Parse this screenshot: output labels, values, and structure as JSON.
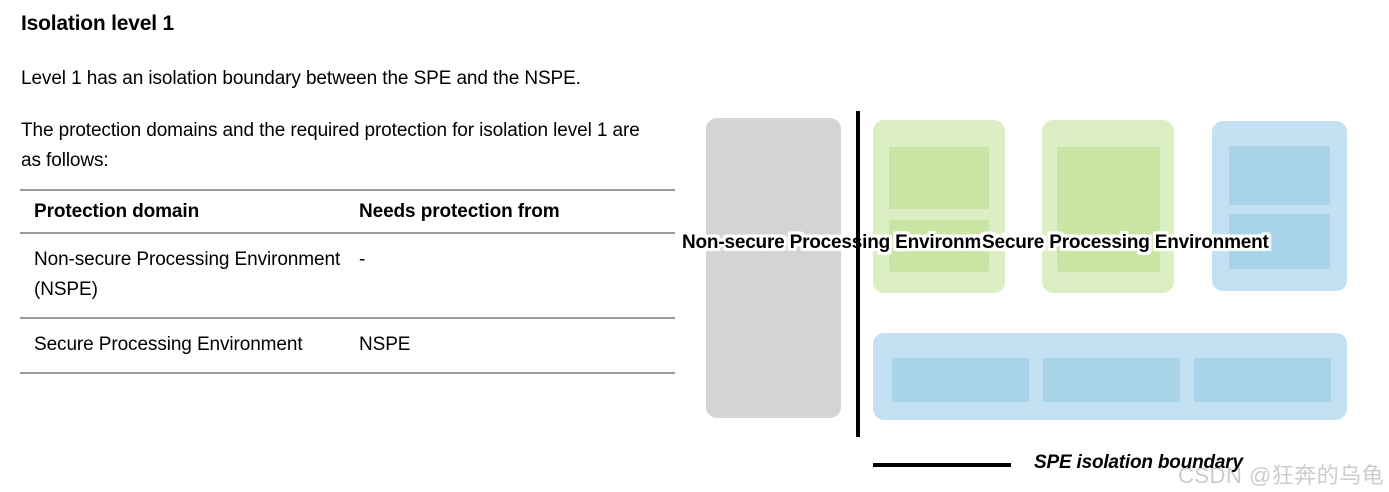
{
  "document": {
    "title": "Isolation level 1",
    "intro": "Level 1 has an isolation boundary between the SPE and the NSPE.",
    "lead": "The protection domains and the required protection for isolation level 1 are as follows:"
  },
  "table": {
    "headers": [
      "Protection domain",
      "Needs protection from"
    ],
    "rows": [
      {
        "domain": "Non-secure Processing Environment (NSPE)",
        "protection_from": "-"
      },
      {
        "domain": "Secure Processing Environment",
        "protection_from": "NSPE"
      }
    ]
  },
  "diagram": {
    "nspe_label": "Non-secure Processing Environment",
    "spe_label": "Secure Processing Environment",
    "legend": {
      "label": "SPE isolation boundary"
    },
    "colors": {
      "nspe_gray": "#d4d4d4",
      "green_outer": "#dbeec4",
      "green_inner": "#c9e5a4",
      "blue_outer": "#c3e1f2",
      "blue_inner": "#a7d4e8",
      "boundary_line": "#000000"
    }
  },
  "watermark": {
    "text": "CSDN @狂奔的乌龟"
  }
}
